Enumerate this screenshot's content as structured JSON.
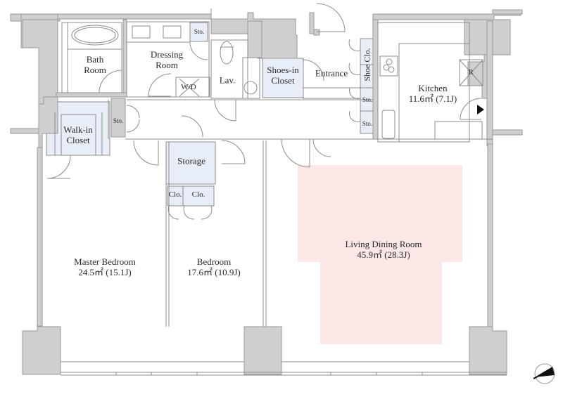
{
  "colors": {
    "wall": "#cfcfd1",
    "wall_stroke": "#9a9a9c",
    "line": "#8c8c8c",
    "storage_fill": "#e8eef8",
    "living_highlight": "#fbe8e6",
    "background": "#ffffff"
  },
  "rooms": {
    "bath": {
      "line1": "Bath",
      "line2": "Room"
    },
    "dressing": {
      "line1": "Dressing",
      "line2": "Room"
    },
    "sto_dressing": {
      "label": "Sto."
    },
    "wd": {
      "label": "W/D"
    },
    "lav": {
      "label": "Lav."
    },
    "shoes_in_closet": {
      "line1": "Shoes-in",
      "line2": "Closet"
    },
    "entrance": {
      "label": "Entrance"
    },
    "shoe_clo": {
      "label": "Shoe Clo."
    },
    "sto_hall_1": {
      "label": "Sto."
    },
    "sto_hall_2": {
      "label": "Sto."
    },
    "kitchen": {
      "name": "Kitchen",
      "area": "11.6㎡  (7.1J)"
    },
    "refrigerator": {
      "label": "R"
    },
    "walk_in_closet": {
      "line1": "Walk-in",
      "line2": "Closet"
    },
    "sto_left": {
      "label": "Sto."
    },
    "storage": {
      "label": "Storage"
    },
    "clo_1": {
      "label": "Clo."
    },
    "clo_2": {
      "label": "Clo."
    },
    "master_bedroom": {
      "name": "Master Bedroom",
      "area": "24.5㎡  (15.1J)"
    },
    "bedroom": {
      "name": "Bedroom",
      "area": "17.6㎡  (10.9J)"
    },
    "living_dining": {
      "name": "Living Dining Room",
      "area": "45.9㎡  (28.3J)"
    }
  },
  "compass": {
    "icon": "north-arrow-icon"
  }
}
